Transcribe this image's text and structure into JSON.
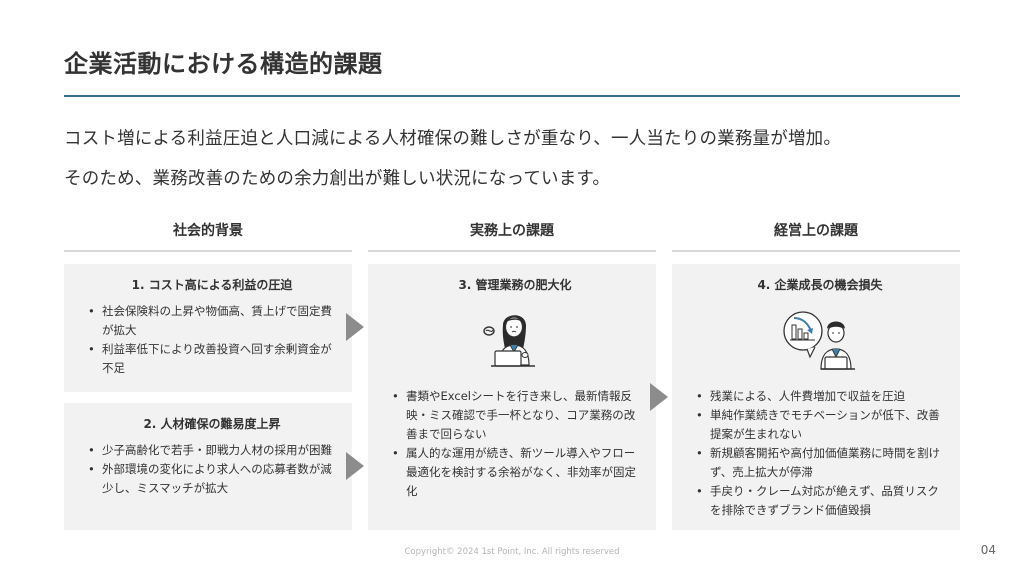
{
  "title": "企業活動における構造的課題",
  "lead": [
    "コスト増による利益圧迫と人口減による人材確保の難しさが重なり、一人当たりの業務量が増加。",
    "そのため、業務改善のための余力創出が難しい状況になっています。"
  ],
  "columns": [
    "社会的背景",
    "実務上の課題",
    "経営上の課題"
  ],
  "cards": [
    {
      "title": "1. コスト高による利益の圧迫",
      "points": [
        "社会保険料の上昇や物価高、賃上げで固定費が拡大",
        "利益率低下により改善投資へ回す余剰資金が不足"
      ]
    },
    {
      "title": "2. 人材確保の難易度上昇",
      "points": [
        "少子高齢化で若手・即戦力人材の採用が困難",
        "外部環境の変化により求人への応募者数が減少し、ミスマッチが拡大"
      ]
    },
    {
      "title": "3. 管理業務の肥大化",
      "icon": "stressed-worker-icon",
      "points": [
        "書類やExcelシートを行き来し、最新情報反映・ミス確認で手一杯となり、コア業務の改善まで回らない",
        "属人的な運用が続き、新ツール導入やフロー最適化を検討する余裕がなく、非効率が固定化"
      ]
    },
    {
      "title": "4. 企業成長の機会損失",
      "icon": "declining-chart-worker-icon",
      "points": [
        "残業による、人件費増加で収益を圧迫",
        "単純作業続きでモチベーションが低下、改善提案が生まれない",
        "新規顧客開拓や高付加価値業務に時間を割けず、売上拡大が停滞",
        "手戻り・クレーム対応が絶えず、品質リスクを排除できずブランド価値毀損"
      ]
    }
  ],
  "footer": "Copyright© 2024 1st Point, Inc. All rights reserved",
  "page_number": "04",
  "colors": {
    "accent_rule": "#3a6e86",
    "card_bg": "#f2f2f2",
    "arrow": "#8c8c8c",
    "shirt_blue": "#3e7ea8"
  }
}
